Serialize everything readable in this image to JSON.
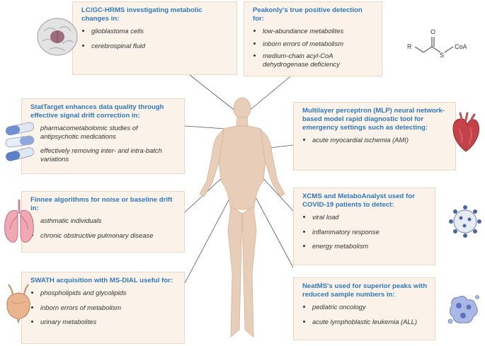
{
  "boxes": [
    {
      "title": "LC/GC-HRMS investigating metabolic changes in:",
      "items": [
        "glioblastoma cells",
        "cerebrospinal fluid"
      ]
    },
    {
      "title": "Peakonly's true positive detection for:",
      "items": [
        "low-abundance metabolites",
        "inborn errors of metabolism",
        "medium-chain acyl-CoA dehydrogenase deficiency"
      ]
    },
    {
      "title": "StatTarget enhances data quality through effective signal drift correction in:",
      "items": [
        "pharmacometabolomic studies of antipsychotic medications",
        "effectively removing inter- and intra-batch variations"
      ]
    },
    {
      "title": "Multilayer perceptron (MLP) neural network-based model rapid diagnostic tool for emergency settings such as detecting:",
      "items": [
        "acute myocardial ischemia (AMI)"
      ]
    },
    {
      "title": "Finnee  algorithms for noise or baseline drift in:",
      "items": [
        "asthmatic individuals",
        "chronic obstructive pulmonary disease"
      ]
    },
    {
      "title": "XCMS and MetaboAnalyst used for COVID-19 patients to detect:",
      "items": [
        "viral load",
        "inflammatory response",
        "energy metabolism"
      ]
    },
    {
      "title": "SWATH acquisition with MS-DIAL useful for:",
      "items": [
        "phospholipids and glycolipids",
        "inborn errors of metabolism",
        "urinary metabolites"
      ]
    },
    {
      "title": "NeatMS's used for superior peaks  with reduced sample numbers in:",
      "items": [
        "pediatric oncology",
        "acute lymphoblastic leukemia (ALL)"
      ]
    }
  ],
  "molecule": {
    "r_label": "R",
    "o_label": "O",
    "s_label": "S",
    "coa_label": "CoA"
  },
  "icons": [
    "brain-icon",
    "molecule-icon",
    "capsules-icon",
    "heart-icon",
    "lungs-icon",
    "virus-icon",
    "bladder-icon",
    "cells-icon",
    "human-body-icon"
  ],
  "colors": {
    "title": "#2f78bf",
    "box_bg": "#fbf3ea",
    "box_border": "#e7d7c4",
    "body": "#e8cdb8"
  }
}
